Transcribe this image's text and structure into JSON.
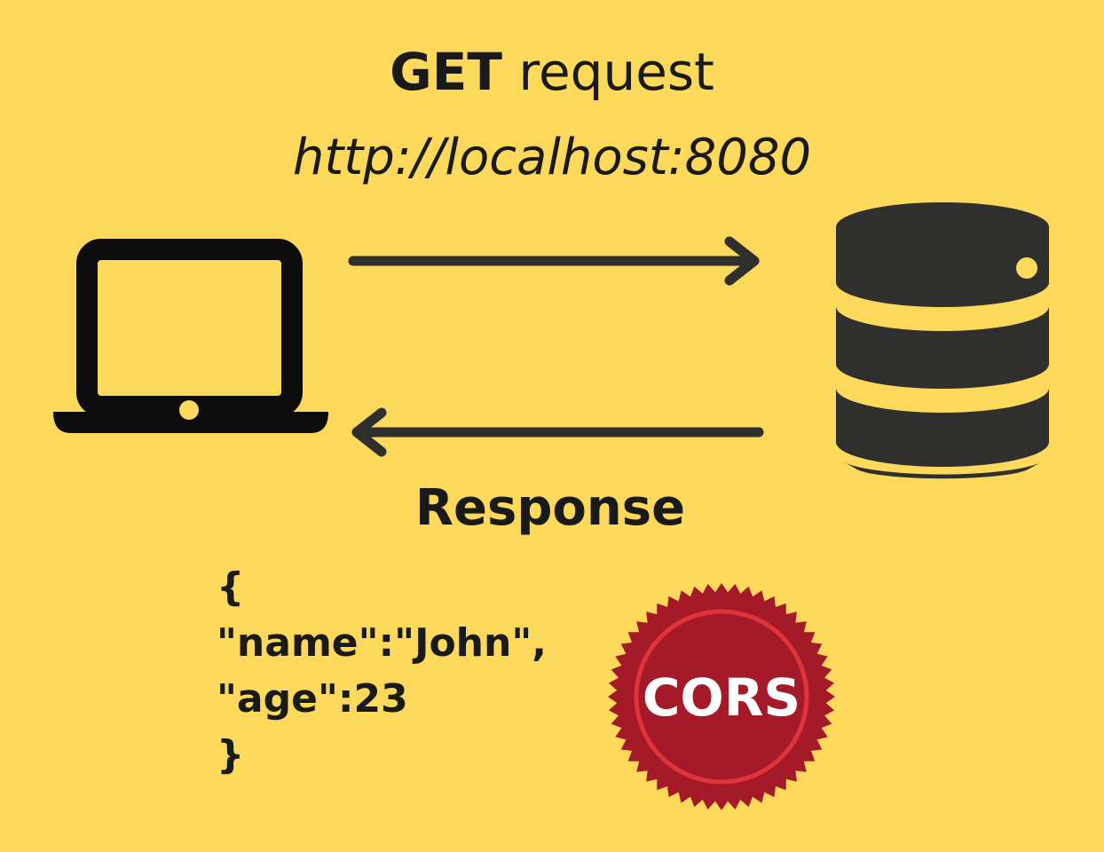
{
  "header": {
    "method": "GET",
    "request_word": "request",
    "url": "http://localhost:8080"
  },
  "icons": {
    "client": "laptop-icon",
    "server": "database-icon",
    "request_arrow": "arrow-right-icon",
    "response_arrow": "arrow-left-icon",
    "badge": "seal-badge-icon"
  },
  "response": {
    "heading": "Response",
    "json_lines": [
      "{",
      "\"name\":\"John\",",
      "\"age\":23",
      "}"
    ]
  },
  "badge": {
    "label": "CORS"
  },
  "colors": {
    "background": "#fcd95a",
    "icon_dark": "#2f302e",
    "laptop": "#0d0d0d",
    "seal_red": "#a51a28",
    "seal_rim": "#e0343a",
    "badge_text": "#ffffff"
  }
}
